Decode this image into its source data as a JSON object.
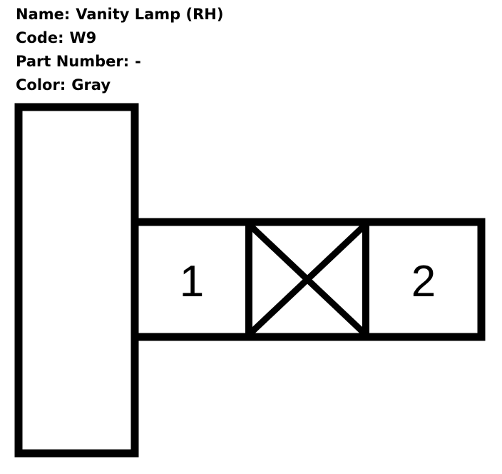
{
  "connector": {
    "name_label": "Name:",
    "name_value": "Vanity Lamp (RH)",
    "code_label": "Code:",
    "code_value": "W9",
    "part_number_label": "Part Number:",
    "part_number_value": "-",
    "color_label": "Color:",
    "color_value": "Gray"
  },
  "diagram": {
    "pins": [
      {
        "label": "1",
        "state": "used"
      },
      {
        "label": "",
        "state": "blank"
      },
      {
        "label": "2",
        "state": "used"
      }
    ],
    "line_color": "#000000",
    "background": "#ffffff"
  }
}
